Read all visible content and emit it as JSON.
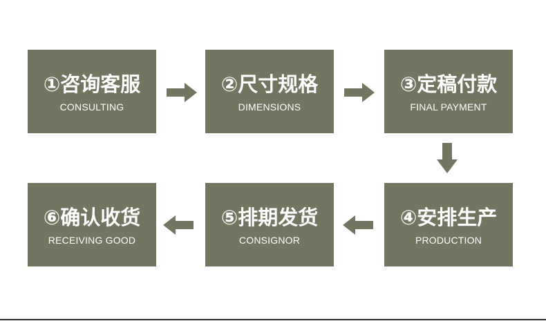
{
  "theme": {
    "box_color": "#727560",
    "text_color": "#ffffff",
    "background": "#ffffff"
  },
  "steps": [
    {
      "title": "①咨询客服",
      "subtitle": "CONSULTING"
    },
    {
      "title": "②尺寸规格",
      "subtitle": "DIMENSIONS"
    },
    {
      "title": "③定稿付款",
      "subtitle": "FINAL PAYMENT"
    },
    {
      "title": "④安排生产",
      "subtitle": "PRODUCTION"
    },
    {
      "title": "⑤排期发货",
      "subtitle": "CONSIGNOR"
    },
    {
      "title": "⑥确认收货",
      "subtitle": "RECEIVING GOOD"
    }
  ],
  "arrows": [
    {
      "direction": "right",
      "from_step": 1,
      "to_step": 2
    },
    {
      "direction": "right",
      "from_step": 2,
      "to_step": 3
    },
    {
      "direction": "down",
      "from_step": 3,
      "to_step": 4
    },
    {
      "direction": "left",
      "from_step": 4,
      "to_step": 5
    },
    {
      "direction": "left",
      "from_step": 5,
      "to_step": 6
    }
  ]
}
